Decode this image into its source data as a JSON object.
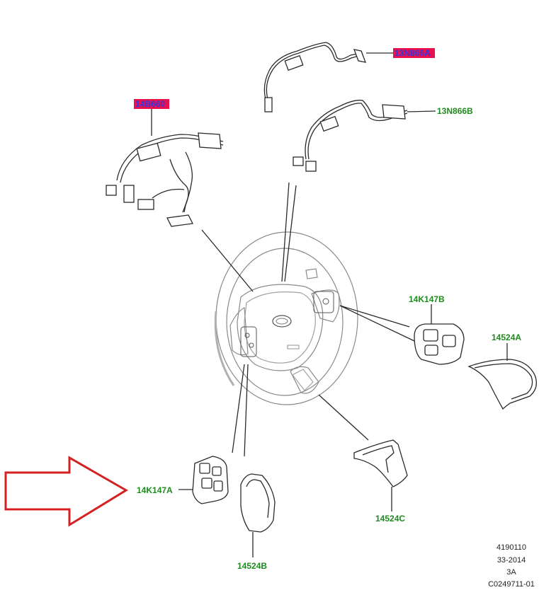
{
  "colors": {
    "label_green": "#1f8a1f",
    "highlight_fill": "#e8104f",
    "highlight_text": "#3a34d8",
    "arrow_red": "#d42020",
    "line": "#2a2a2a",
    "wheel": "#8a8a8a"
  },
  "labels": {
    "harness_13n866a": "13N866A",
    "harness_13n866b": "13N866B",
    "harness_14b660": "14B660",
    "switch_14k147b": "14K147B",
    "cover_14524a": "14524A",
    "switch_14k147a": "14K147A",
    "cover_14524c": "14524C",
    "cover_14524b": "14524B"
  },
  "info": {
    "line1": "4190110",
    "line2": "33-2014",
    "line3": "3A",
    "line4": "C0249711-01"
  },
  "icons": {
    "pointer": "red-outline-arrow-icon",
    "badge": "steering-wheel-badge-icon"
  }
}
